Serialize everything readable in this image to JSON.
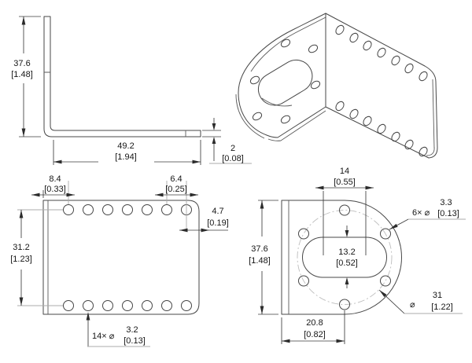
{
  "drawing": {
    "colors": {
      "edge": "#474747",
      "dimension": "#3c3c3c",
      "auxiliary_gray": "#ababab",
      "centerline_gray": "#bdbdbd",
      "background": "#ffffff"
    },
    "views": {
      "side": {
        "dims": {
          "height": {
            "value": "37.6",
            "alt": "[1.48]"
          },
          "length": {
            "value": "49.2",
            "alt": "[1.94]"
          },
          "thickness": {
            "value": "2",
            "alt": "[0.08]"
          }
        }
      },
      "plan": {
        "dims": {
          "edge_to_first_hole": {
            "value": "8.4",
            "alt": "[0.33]"
          },
          "hole_pitch": {
            "value": "6.4",
            "alt": "[0.25]"
          },
          "last_hole_to_edge": {
            "value": "4.7",
            "alt": "[0.19]"
          },
          "row_spacing": {
            "value": "31.2",
            "alt": "[1.23]"
          },
          "hole_callout": {
            "prefix": "14× ⌀",
            "value": "3.2",
            "alt": "[0.13]"
          }
        }
      },
      "front": {
        "dims": {
          "slot_length": {
            "value": "14",
            "alt": "[0.55]"
          },
          "slot_height": {
            "value": "13.2",
            "alt": "[0.52]"
          },
          "height": {
            "value": "37.6",
            "alt": "[1.48]"
          },
          "edge_to_center": {
            "value": "20.8",
            "alt": "[0.82]"
          },
          "hole_callout": {
            "prefix": "6× ⌀",
            "value": "3.3",
            "alt": "[0.13]"
          },
          "bolt_circle": {
            "prefix": "⌀",
            "value": "31",
            "alt": "[1.22]"
          }
        }
      }
    }
  }
}
